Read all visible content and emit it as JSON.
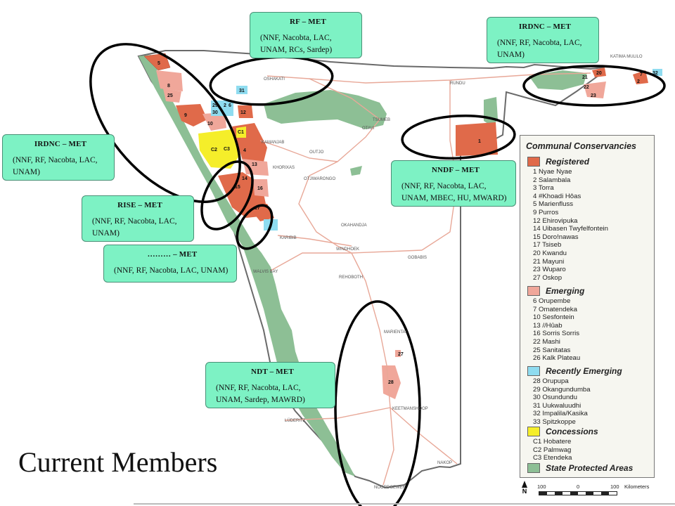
{
  "title": "Current Members",
  "colors": {
    "registered": "#e06a4a",
    "emerging": "#f0a79a",
    "recently_emerging": "#8fdcf0",
    "concessions": "#f5ee2a",
    "protected": "#8dbf95",
    "callout_bg": "#7df2c4"
  },
  "callouts": [
    {
      "title": "RF – MET",
      "body": "(NNF, Nacobta, LAC, UNAM, RCs, Sardep)"
    },
    {
      "title": "IRDNC – MET",
      "body": "(NNF, RF, Nacobta, LAC, UNAM)"
    },
    {
      "title": "IRDNC – MET",
      "body": "(NNF, RF, Nacobta, LAC, UNAM)"
    },
    {
      "title": "NNDF – MET",
      "body": "(NNF, RF, Nacobta, LAC, UNAM, MBEC, HU, MWARD)"
    },
    {
      "title": "RISE – MET",
      "body": "(NNF, RF, Nacobta, LAC, UNAM)"
    },
    {
      "title": "……… – MET",
      "body": "(NNF, RF, Nacobta, LAC, UNAM)"
    },
    {
      "title": "NDT – MET",
      "body": "(NNF, RF, Nacobta, LAC, UNAM, Sardep, MAWRD)"
    }
  ],
  "towns": [
    "OSHAKATI",
    "RUNDU",
    "KATIMA MULILO",
    "TSUMEB",
    "OTAVI",
    "KAMANJAB",
    "OUTJO",
    "KHORIXAS",
    "OTJIWARONGO",
    "OKAHANDJA",
    "KARIBIB",
    "WINDHOEK",
    "GOBABIS",
    "WALVIS BAY",
    "REHOBOTH",
    "MARIENTAL",
    "KEETMANSHOOP",
    "LÜDERITZ",
    "NAKOP",
    "NOORDOEWER"
  ],
  "map_numbers": [
    "5",
    "8",
    "25",
    "9",
    "10",
    "29",
    "30",
    "12",
    "C1",
    "C2",
    "C3",
    "4",
    "13",
    "14",
    "15",
    "16",
    "17",
    "2",
    "6",
    "31",
    "1",
    "20",
    "21",
    "22",
    "23",
    "32",
    "7",
    "27",
    "28",
    "2"
  ],
  "legend": {
    "title": "Communal Conservancies",
    "sections": [
      {
        "heading": "Registered",
        "items": [
          "1 Nyae Nyae",
          "2 Salambala",
          "3 Torra",
          "4 #Khoadi Hôas",
          "5 Marienfluss",
          "9 Purros",
          "12 Ehirovipuka",
          "14 Uibasen Twyfelfontein",
          "15 Doro!nawas",
          "17 Tsiseb",
          "20 Kwandu",
          "21 Mayuni",
          "23 Wuparo",
          "27 Oskop"
        ]
      },
      {
        "heading": "Emerging",
        "items": [
          "6 Orupembe",
          "7 Omatendeka",
          "10 Sesfontein",
          "13 //Hûab",
          "16 Sorris Sorris",
          "22 Mashi",
          "25 Sanitatas",
          "26 Kalk Plateau"
        ]
      },
      {
        "heading": "Recently Emerging",
        "items": [
          "28 Orupupa",
          "29 Okangundumba",
          "30 Osundundu",
          "31 Uukwaluudhi",
          "32 Impalila/Kasika",
          "33 Spitzkoppe"
        ]
      },
      {
        "heading": "Concessions",
        "items": [
          "C1 Hobatere",
          "C2 Palmwag",
          "C3 Etendeka"
        ]
      },
      {
        "heading": "State Protected Areas",
        "items": []
      }
    ],
    "scale": [
      "100",
      "0",
      "100",
      "Kilometers"
    ],
    "north": "N"
  }
}
